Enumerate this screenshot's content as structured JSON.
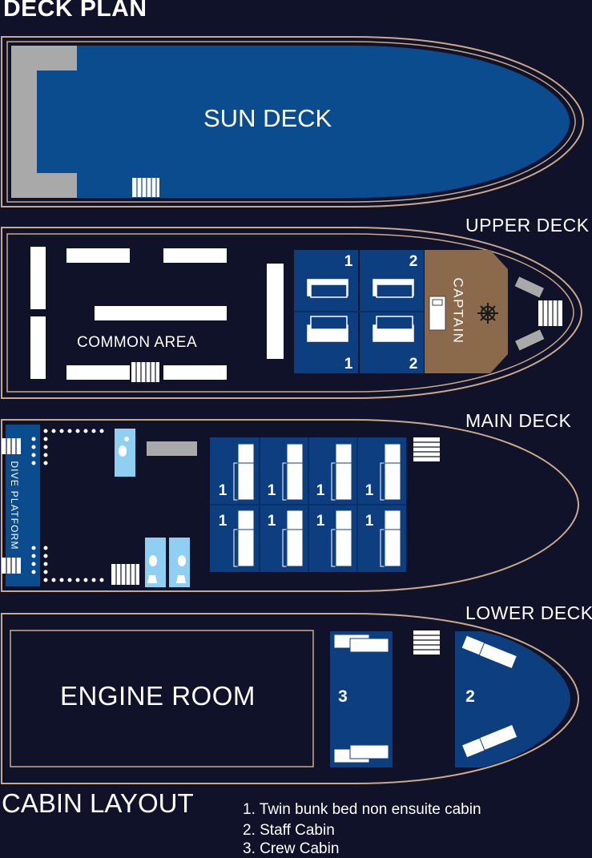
{
  "title": "DECK PLAN",
  "decks": {
    "sun": {
      "label": "SUN DECK"
    },
    "upper": {
      "label": "UPPER DECK",
      "common_area": "COMMON AREA",
      "captain": "CAPTAIN",
      "cabin_numbers": [
        "1",
        "2",
        "1",
        "2"
      ]
    },
    "main": {
      "label": "MAIN DECK",
      "dive_platform": "DIVE PLATFORM",
      "cabin_numbers": [
        "1",
        "1",
        "1",
        "1",
        "1",
        "1",
        "1",
        "1"
      ]
    },
    "lower": {
      "label": "LOWER DECK",
      "engine_room": "ENGINE ROOM",
      "cabin_numbers": [
        "3",
        "2"
      ]
    }
  },
  "cabin_layout": {
    "heading": "CABIN LAYOUT",
    "items": [
      "1. Twin bunk bed non ensuite cabin",
      "2. Staff Cabin",
      "3. Crew Cabin"
    ]
  },
  "colors": {
    "background": "#0f1228",
    "deck_blue": "#0a4c8e",
    "cabin_blue": "#0d3f80",
    "captain_brown": "#8b6a4c",
    "hull_outline": "#c9a98a",
    "furniture": "#ffffff",
    "grey": "#a9a9a9",
    "light_blue": "#8fd0f2"
  }
}
